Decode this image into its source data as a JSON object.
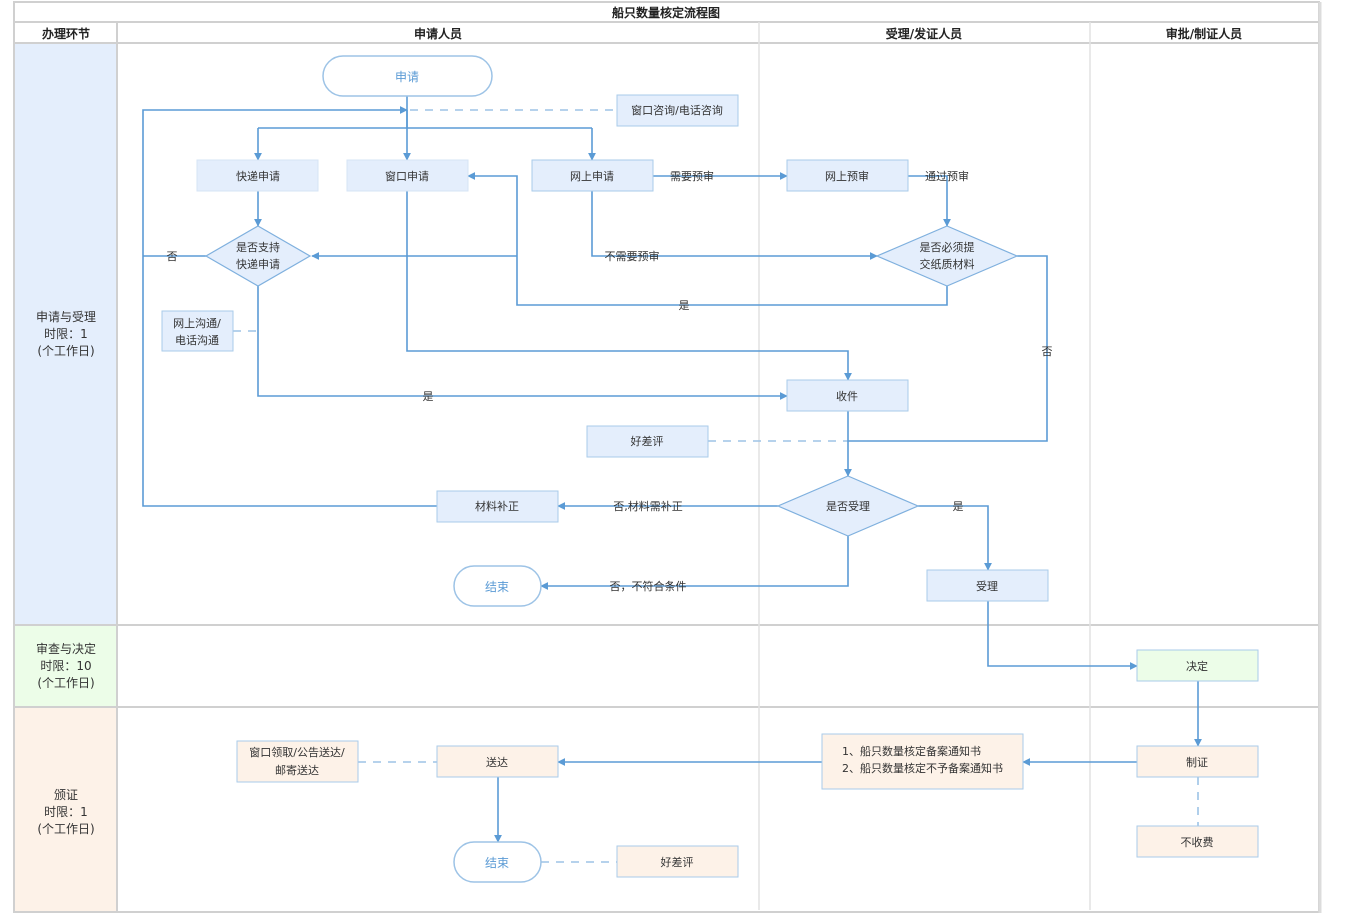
{
  "title": "船只数量核定流程图",
  "columns": {
    "stage": "办理环节",
    "applicant": "申请人员",
    "acceptor": "受理/发证人员",
    "approver": "审批/制证人员"
  },
  "phases": [
    {
      "name": "申请与受理",
      "limit": "时限：1",
      "unit": "(个工作日)",
      "color": "#e4eefc"
    },
    {
      "name": "审查与决定",
      "limit": "时限：10",
      "unit": "(个工作日)",
      "color": "#ecfde8"
    },
    {
      "name": "颁证",
      "limit": "时限：1",
      "unit": "(个工作日)",
      "color": "#fdf2e8"
    }
  ],
  "colors": {
    "line": "#5b9bd5",
    "dashed_line": "#9dc3e6",
    "node_blue": "#e4eefc",
    "node_green": "#ecfde8",
    "node_orange": "#fdf2e8",
    "node_border": "#a9cbea",
    "terminal_text": "#5b9bd5"
  },
  "nodes": {
    "start": "申请",
    "consult": "窗口咨询/电话咨询",
    "express_apply": "快递申请",
    "window_apply": "窗口申请",
    "online_apply": "网上申请",
    "online_precheck": "网上预审",
    "express_decision": [
      "是否支持",
      "快递申请"
    ],
    "paper_decision": [
      "是否必须提",
      "交纸质材料"
    ],
    "online_comm": [
      "网上沟通/",
      "电话沟通"
    ],
    "receive": "收件",
    "rating1": "好差评",
    "accept_decision": "是否受理",
    "supplement": "材料补正",
    "end1": "结束",
    "accept": "受理",
    "decide": "决定",
    "make_cert": "制证",
    "no_fee": "不收费",
    "notices": [
      "1、船只数量核定备案通知书",
      "2、船只数量核定不予备案通知书"
    ],
    "deliver": "送达",
    "delivery_methods": [
      "窗口领取/公告送达/",
      "邮寄送达"
    ],
    "end2": "结束",
    "rating2": "好差评"
  },
  "edge_labels": {
    "need_precheck": "需要预审",
    "pass_precheck": "通过预审",
    "no_precheck": "不需要预审",
    "express_no": "否",
    "paper_yes": "是",
    "paper_no": "否",
    "express_yes": "是",
    "not_accept_supplement": "否,材料需补正",
    "not_accept_reject": "否，不符合条件",
    "accept_yes": "是"
  }
}
